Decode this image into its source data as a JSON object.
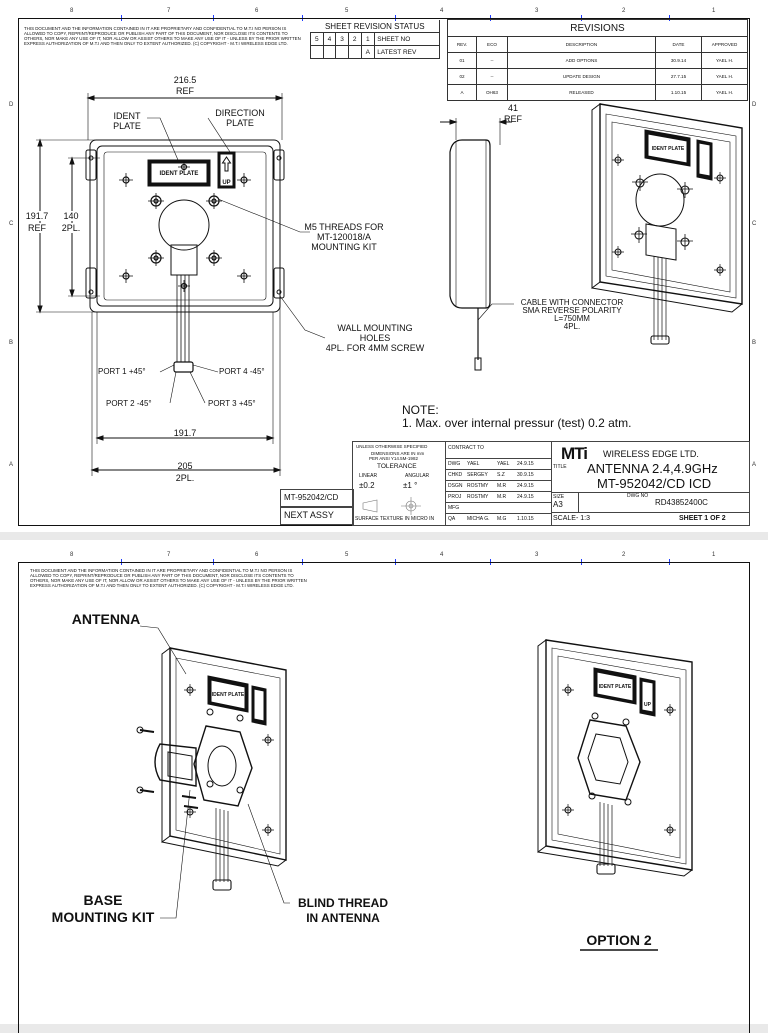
{
  "sheet1": {
    "disclaimer": "THIS DOCUMENT AND THE INFORMATION CONTAINED IN IT ARE PROPRIETARY AND CONFIDENTIAL TO M.T.I NO PERSON IS ALLOWED TO COPY, REPRINT/REPRODUCE OR PUBLISH ANY PART OF THIS DOCUMENT, NOR DISCLOSE ITS CONTENTS TO OTHERS, NOR MAKE ANY USE OF IT, NOR ALLOW OR ASSIST OTHERS TO MAKE ANY USE OF IT - UNLESS BY THE PRIOR WRITTEN EXPRESS AUTHORIZATION OF M.T.I AND THEN ONLY TO EXTENT AUTHORIZED. (C) COPYRIGHT - M.T.I WIRELESS EDGE LTD.",
    "zones_top": [
      "8",
      "7",
      "6",
      "5",
      "4",
      "3",
      "2",
      "1"
    ],
    "zones_side": [
      "D",
      "C",
      "B",
      "A"
    ],
    "sheet_revision": {
      "title": "SHEET REVISION STATUS",
      "sheets": [
        "5",
        "4",
        "3",
        "2",
        "1"
      ],
      "sheet_no_label": "SHEET NO",
      "latest_value": "A",
      "latest_label": "LATEST REV"
    },
    "revisions": {
      "title": "REVISIONS",
      "headers": [
        "REV.",
        "ECO",
        "DESCRIPTION",
        "DATE",
        "APPROVED"
      ],
      "rows": [
        [
          "01",
          "--",
          "ADD OPTIONS",
          "30.9.14",
          "YAEL H."
        ],
        [
          "02",
          "--",
          "UPDATE DESIGN",
          "27.7.15",
          "YAEL H."
        ],
        [
          "A",
          "OH63",
          "RELEASED",
          "1.10.15",
          "YAEL H."
        ]
      ]
    },
    "dims": {
      "width_top": "216.5",
      "width_top_ref": "REF",
      "height_left": "191.7",
      "height_left_ref": "REF",
      "height_inner": "140",
      "height_inner_2pl": "2PL.",
      "width_bottom1": "191.7",
      "width_bottom2": "205",
      "width_bottom2_2pl": "2PL.",
      "side_depth": "41",
      "side_depth_ref": "REF"
    },
    "callouts": {
      "ident": "IDENT\nPLATE",
      "direction": "DIRECTION\nPLATE",
      "m5": "M5 THREADS FOR\nMT-120018/A\nMOUNTING KIT",
      "wall": "WALL MOUNTING\nHOLES\n4PL. FOR 4MM SCREW",
      "cable": "CABLE WITH CONNECTOR\nSMA REVERSE POLARITY\nL=750MM\n4PL.",
      "port1": "PORT 1  +45°",
      "port2": "PORT 2  -45°",
      "port3": "PORT 3  +45°",
      "port4": "PORT 4  -45°"
    },
    "plate_labels": {
      "ident_plate": "IDENT PLATE",
      "up": "UP"
    },
    "note": {
      "title": "NOTE:",
      "line1": "1. Max. over internal pressur (test) 0.2 atm."
    },
    "title_block": {
      "unless": "UNLESS OTHERWISE SPECIFIED",
      "dims_mm": "DIMENSIONS ARE IN mm",
      "per_ansi": "PER ANSI Y14.5M-1982",
      "tolerance": "TOLERANCE",
      "linear": "LINEAR",
      "angular": "ANGULAR",
      "tol_lin": "±0.2",
      "tol_ang": "±1  °",
      "contract_to": "CONTRACT TO",
      "rows": [
        [
          "DWG",
          "YAEL",
          "YAEL",
          "24.9.15"
        ],
        [
          "CHKD",
          "SERGEY",
          "S.Z",
          "30.9.15"
        ],
        [
          "DSGN",
          "ROSTMY",
          "M.R",
          "24.9.15"
        ],
        [
          "PROJ",
          "ROSTMY",
          "M.R",
          "24.9.15"
        ],
        [
          "MFG",
          "",
          "",
          ""
        ],
        [
          "QA",
          "MICHA G.",
          "M.G",
          "1.10.15"
        ]
      ],
      "logo": "MTi",
      "company": "WIRELESS EDGE LTD.",
      "title_label": "TITLE",
      "title1": "ANTENNA 2.4,4.9GHz",
      "title2": "MT-952042/CD ICD",
      "size_label": "SIZE",
      "size": "A3",
      "dwg_no_label": "DWG NO",
      "dwg_no": "RD43852400C",
      "scale": "SCALE- 1:3",
      "sheet": "SHEET 1  OF 2",
      "surface": "SURFACE TEXTURE IN MICRO IN",
      "part_no": "MT-952042/CD",
      "next_assy": "NEXT ASSY"
    }
  },
  "sheet2": {
    "disclaimer": "THIS DOCUMENT AND THE INFORMATION CONTAINED IN IT ARE PROPRIETARY AND CONFIDENTIAL TO M.T.I NO PERSON IS ALLOWED TO COPY, REPRINT/REPRODUCE OR PUBLISH ANY PART OF THIS DOCUMENT, NOR DISCLOSE ITS CONTENTS TO OTHERS, NOR MAKE ANY USE OF IT, NOR ALLOW OR ASSIST OTHERS TO MAKE ANY USE OF IT - UNLESS BY THE PRIOR WRITTEN EXPRESS AUTHORIZATION OF M.T.I AND THEN ONLY TO EXTENT AUTHORIZED. (C) COPYRIGHT - M.T.I WIRELESS EDGE LTD.",
    "zones_top": [
      "8",
      "7",
      "6",
      "5",
      "4",
      "3",
      "2",
      "1"
    ],
    "antenna": "ANTENNA",
    "base_kit": "BASE\nMOUNTING KIT",
    "blind_thread": "BLIND THREAD\nIN ANTENNA",
    "option": "OPTION 2",
    "plate_labels": {
      "ident_plate": "IDENT PLATE",
      "up": "UP"
    }
  },
  "colors": {
    "line": "#111111",
    "zone_tick": "#1e3cff",
    "paper": "#ffffff",
    "backdrop": "#e9e9e9"
  }
}
